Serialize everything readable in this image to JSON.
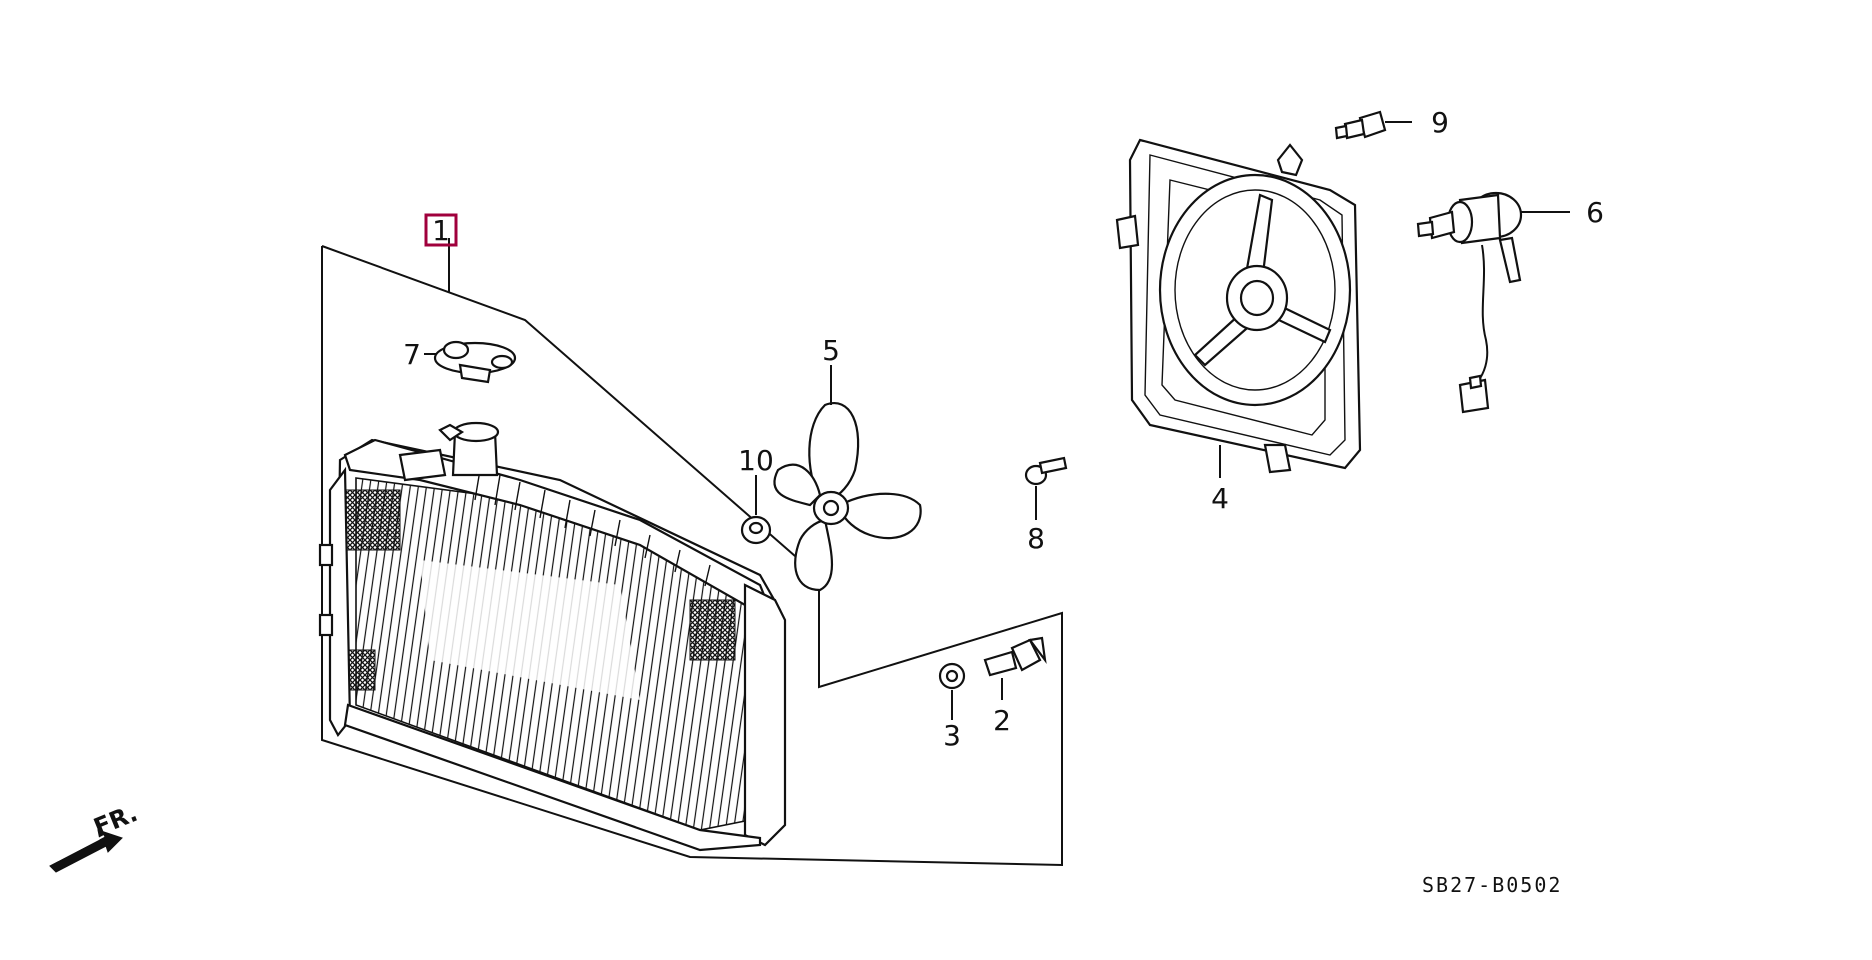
{
  "diagram": {
    "callouts": {
      "c1": "1",
      "c2": "2",
      "c3": "3",
      "c4": "4",
      "c5": "5",
      "c6": "6",
      "c7": "7",
      "c8": "8",
      "c9": "9",
      "c10": "10"
    },
    "direction_label": "FR.",
    "diagram_code": "SB27-B0502",
    "highlight_color": "#a0003c"
  }
}
